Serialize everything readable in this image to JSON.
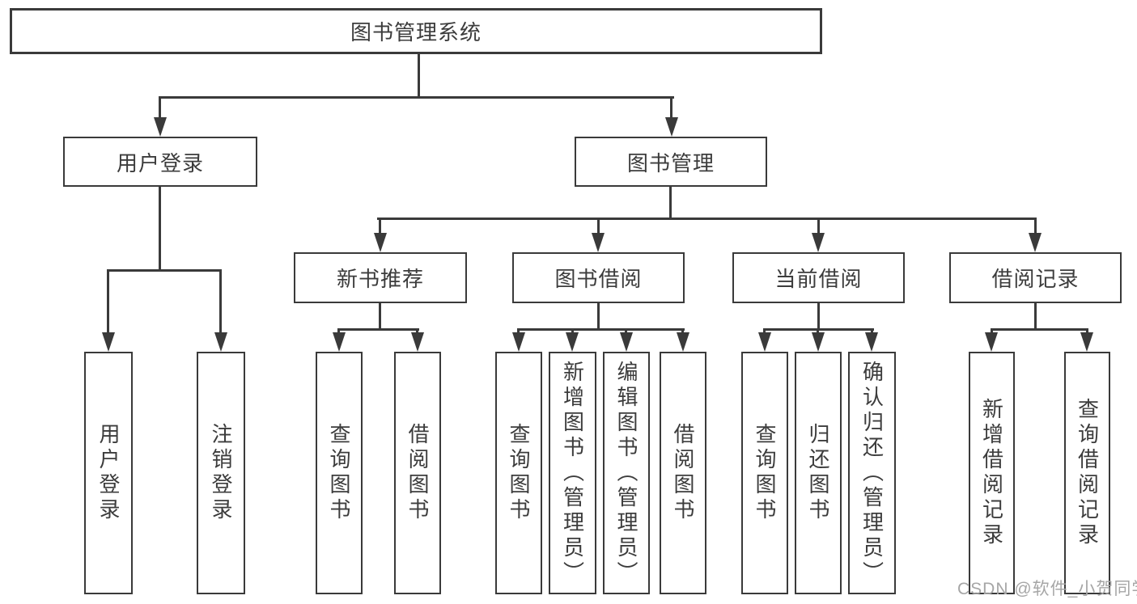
{
  "diagram": {
    "root": {
      "label": "图书管理系统"
    },
    "level2": [
      {
        "label": "用户登录"
      },
      {
        "label": "图书管理"
      }
    ],
    "level3": [
      {
        "label": "新书推荐"
      },
      {
        "label": "图书借阅"
      },
      {
        "label": "当前借阅"
      },
      {
        "label": "借阅记录"
      }
    ],
    "leaves": {
      "user_login": [
        "用户登录",
        "注销登录"
      ],
      "new_books": [
        "查询图书",
        "借阅图书"
      ],
      "book_borrowing": [
        "查询图书",
        "新增图书（管理员）",
        "编辑图书（管理员）",
        "借阅图书"
      ],
      "current_borrowing": [
        "查询图书",
        "归还图书",
        "确认归还（管理员）"
      ],
      "borrowing_records": [
        "新增借阅记录",
        "查询借阅记录"
      ]
    }
  },
  "watermark": {
    "text": "CSDN @软件_小贺同学"
  },
  "colors": {
    "line": "#3a3a3a",
    "text": "#3c3c3c",
    "watermark": "#a6a6a6",
    "background": "#ffffff"
  }
}
